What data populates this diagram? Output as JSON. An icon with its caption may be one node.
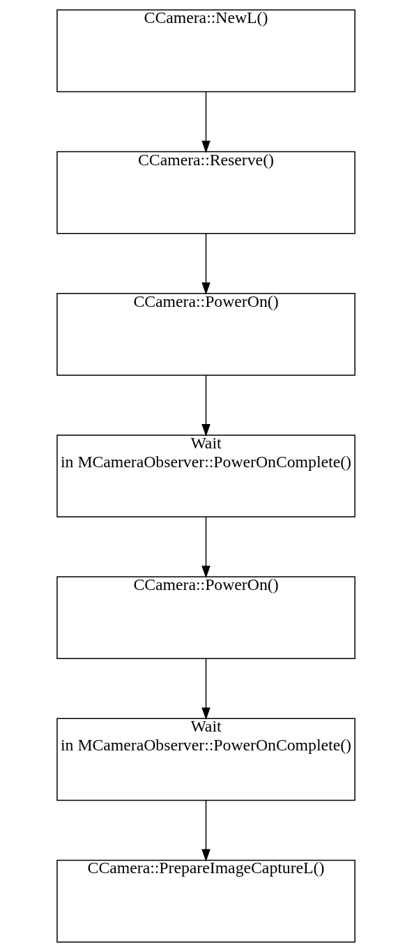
{
  "diagram": {
    "nodes": [
      {
        "text": [
          "CCamera::NewL()"
        ]
      },
      {
        "text": [
          "CCamera::Reserve()"
        ]
      },
      {
        "text": [
          "CCamera::PowerOn()"
        ]
      },
      {
        "text": [
          "Wait in MCameraObserver::PowerOnComplete()"
        ]
      },
      {
        "text": [
          "CCamera::PowerOn()"
        ]
      },
      {
        "text": [
          "Wait in MCameraObserver::PowerOnComplete()"
        ]
      },
      {
        "text": [
          "CCamera::PrepareImageCaptureL()"
        ]
      }
    ],
    "edges": [
      {
        "from": 0,
        "to": 1,
        "arrow": "to"
      },
      {
        "from": 1,
        "to": 2,
        "arrow": "to"
      },
      {
        "from": 2,
        "to": 3,
        "arrow": "to"
      },
      {
        "from": 3,
        "to": 4,
        "arrow": "to"
      },
      {
        "from": 4,
        "to": 5,
        "arrow": "to"
      },
      {
        "from": 5,
        "to": 6,
        "arrow": "to"
      }
    ]
  }
}
